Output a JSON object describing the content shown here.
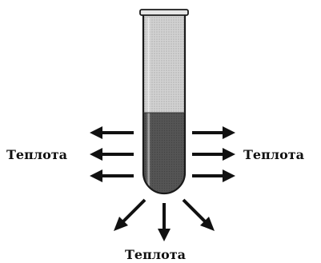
{
  "labels": {
    "left": "Теплота",
    "right": "Теплота",
    "bottom": "Теплота"
  },
  "colors": {
    "liquid": "#555555",
    "air": "#c9c9c9",
    "outline": "#1a1a1a",
    "arrow": "#111111"
  },
  "icons": {
    "vessel": "test-tube-icon",
    "heat_flow": "arrow-icon"
  }
}
